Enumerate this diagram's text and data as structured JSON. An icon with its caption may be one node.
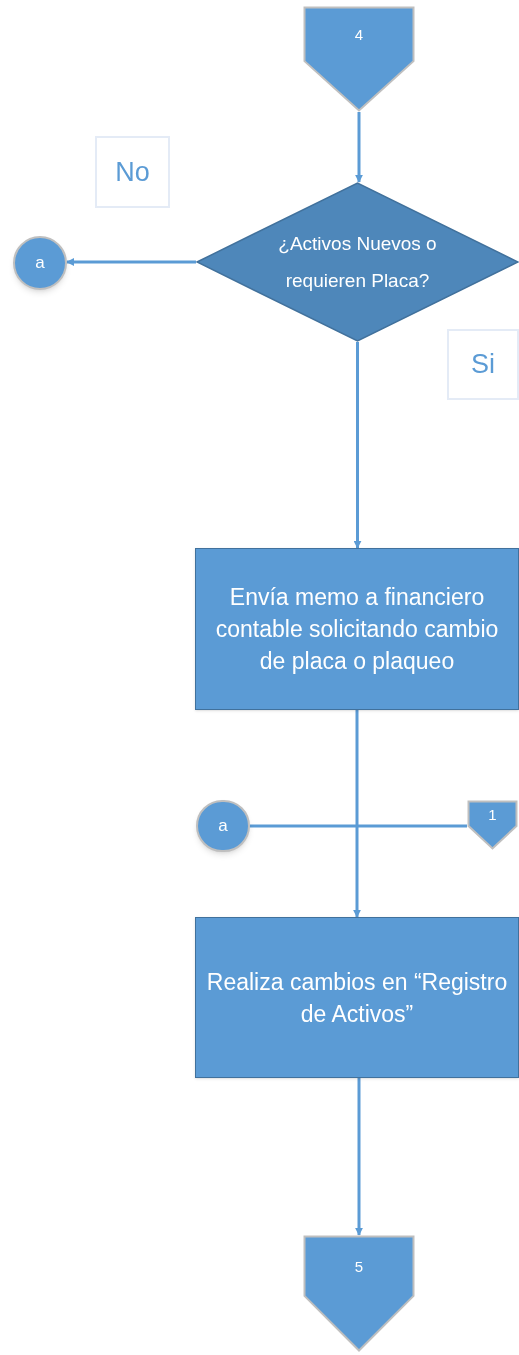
{
  "diagram": {
    "nodes": [
      {
        "text": [
          "4"
        ]
      },
      {
        "text": [
          "No"
        ]
      },
      {
        "text": [
          "a"
        ]
      },
      {
        "text": [
          "¿Activos Nuevos o requieren Placa?"
        ]
      },
      {
        "text": [
          "Si"
        ]
      },
      {
        "text": [
          "Envía memo a financiero contable solicitando  cambio de placa o plaqueo"
        ]
      },
      {
        "text": [
          "a"
        ]
      },
      {
        "text": [
          "1"
        ]
      },
      {
        "text": [
          "Realiza cambios en “Registro de Activos”"
        ]
      },
      {
        "text": [
          "5"
        ]
      }
    ],
    "edges": [
      {
        "from": 0,
        "to": 3,
        "arrow": "to"
      },
      {
        "from": 3,
        "to": 2,
        "arrow": "to"
      },
      {
        "from": 3,
        "to": 5,
        "arrow": "to"
      },
      {
        "from": 5,
        "to": 8,
        "arrow": "to"
      },
      {
        "from": 6,
        "to": 7,
        "arrow": "none"
      },
      {
        "from": 8,
        "to": 9,
        "arrow": "to"
      }
    ]
  }
}
